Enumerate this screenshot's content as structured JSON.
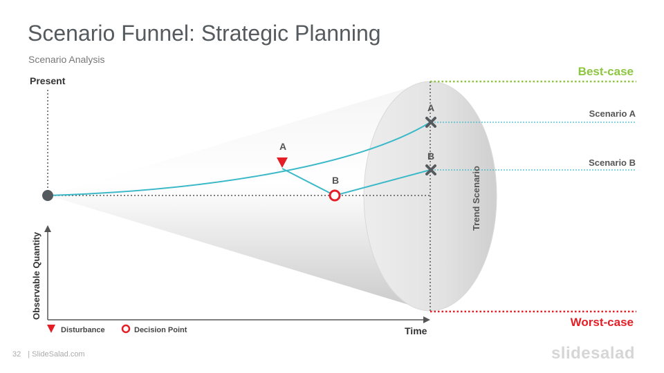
{
  "header": {
    "title": "Scenario Funnel: Strategic Planning",
    "subtitle": "Scenario Analysis"
  },
  "diagram": {
    "present_label": "Present",
    "time_label": "Time",
    "y_axis_label": "Observable Quantity",
    "trend_label": "Trend Scenario",
    "best_case_label": "Best-case",
    "worst_case_label": "Worst-case",
    "scenario_a_label": "Scenario A",
    "scenario_b_label": "Scenario B",
    "end_point_a_label": "A",
    "end_point_b_label": "B",
    "disturbance_point_label": "A",
    "decision_point_label": "B",
    "colors": {
      "best_case": "#8cc63f",
      "worst_case": "#e41e26",
      "scenario_line": "#3bb9c9",
      "marker": "#555a5e"
    }
  },
  "legend": {
    "disturbance": "Disturbance",
    "decision_point": "Decision Point"
  },
  "footer": {
    "page_number": "32",
    "site": "| SlideSalad.com",
    "brand": "slidesalad"
  }
}
